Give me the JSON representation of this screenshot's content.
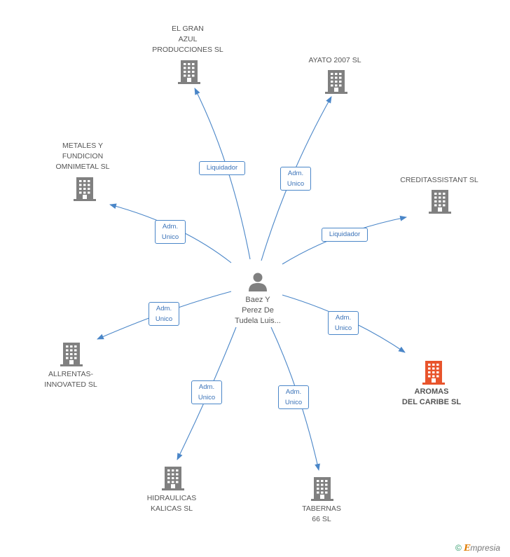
{
  "center": {
    "label": "Baez Y\nPerez De\nTudela Luis..."
  },
  "nodes": [
    {
      "id": "el-gran-azul",
      "label": "EL GRAN\nAZUL\nPRODUCCIONES SL",
      "highlight": false
    },
    {
      "id": "ayato",
      "label": "AYATO 2007 SL",
      "highlight": false
    },
    {
      "id": "metales",
      "label": "METALES Y\nFUNDICION\nOMNIMETAL SL",
      "highlight": false
    },
    {
      "id": "creditassistant",
      "label": "CREDITASSISTANT SL",
      "highlight": false
    },
    {
      "id": "allrentas",
      "label": "ALLRENTAS-\nINNOVATED SL",
      "highlight": false
    },
    {
      "id": "aromas",
      "label": "AROMAS\nDEL CARIBE SL",
      "highlight": true
    },
    {
      "id": "hidraulicas",
      "label": "HIDRAULICAS\nKALICAS SL",
      "highlight": false
    },
    {
      "id": "tabernas",
      "label": "TABERNAS\n66 SL",
      "highlight": false
    }
  ],
  "edges": [
    {
      "to": "el-gran-azul",
      "label": "Liquidador"
    },
    {
      "to": "ayato",
      "label": "Adm.\nUnico"
    },
    {
      "to": "metales",
      "label": "Adm.\nUnico"
    },
    {
      "to": "creditassistant",
      "label": "Liquidador"
    },
    {
      "to": "allrentas",
      "label": "Adm.\nUnico"
    },
    {
      "to": "aromas",
      "label": "Adm.\nUnico"
    },
    {
      "to": "hidraulicas",
      "label": "Adm.\nUnico"
    },
    {
      "to": "tabernas",
      "label": "Adm.\nUnico"
    }
  ],
  "colors": {
    "edge": "#4a86c8",
    "building": "#808080",
    "building_highlight": "#e8542c",
    "person": "#808080"
  },
  "footer": {
    "copyright": "©",
    "brand_e": "E",
    "brand_rest": "mpresia"
  }
}
